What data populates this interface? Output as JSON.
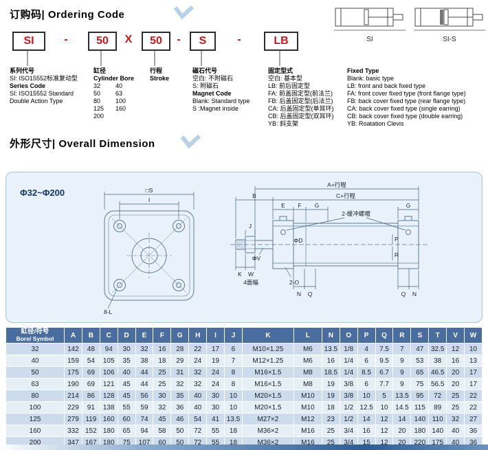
{
  "titles": {
    "ordering": "订购码| Ordering Code",
    "dimension": "外形尺寸| Overall Dimension"
  },
  "figures": {
    "left_label": "SI",
    "right_label": "SI-S"
  },
  "ordering": {
    "tokens": [
      {
        "text": "SI",
        "boxed": true
      },
      {
        "text": "-",
        "boxed": false
      },
      {
        "text": "50",
        "boxed": true
      },
      {
        "text": "X",
        "boxed": false
      },
      {
        "text": "50",
        "boxed": true
      },
      {
        "text": "-",
        "boxed": false
      },
      {
        "text": "S",
        "boxed": true
      },
      {
        "text": "-",
        "boxed": false
      },
      {
        "text": "LB",
        "boxed": true
      }
    ],
    "series": {
      "title_zh": "系列代号",
      "line_zh": "SI: ISO15552标准复动型",
      "title_en": "Series Code",
      "lines_en": [
        "SI: ISO15552 Standard",
        "Double Action Type"
      ]
    },
    "bore": {
      "title_zh": "缸径",
      "title_en": "Cylinder Bore",
      "values": [
        [
          "32",
          "40"
        ],
        [
          "50",
          "63"
        ],
        [
          "80",
          "100"
        ],
        [
          "125",
          "160"
        ],
        [
          "200"
        ]
      ]
    },
    "stroke": {
      "title_zh": "行程",
      "title_en": "Stroke"
    },
    "magnet": {
      "title_zh": "磁石代号",
      "lines_zh": [
        "空白: 不附磁石",
        "S: 附磁石"
      ],
      "title_en": "Magnet Code",
      "lines_en": [
        "Blank: Standard type",
        "S :Magnet inside"
      ]
    },
    "fixed_zh": {
      "title": "固定型式",
      "lines": [
        "空白: 基本型",
        "LB: 前后固定型",
        "FA: 前盖固定型(前法兰)",
        "FB: 后盖固定型(后法兰)",
        "CA: 后盖固定型(单耳环)",
        "CB: 后盖固定型(双耳环)",
        "YB: 斜支架"
      ]
    },
    "fixed_en": {
      "title": "Fixed Type",
      "lines": [
        "Blank: basic type",
        "LB: front and back fixed type",
        "FA: front cover fixed type (front flange type)",
        "FB: back cover fixed type (rear flange type)",
        "CA: back cover fixed type (single earring)",
        "CB: back cover fixed type (double earring)",
        "YB: Roatation Clevis"
      ]
    }
  },
  "drawing": {
    "bore_range": "Φ32~Φ200",
    "front": {
      "s": "□S",
      "i": "I",
      "l": "8-L"
    },
    "side": {
      "a": "A+行程",
      "c": "C+行程",
      "b": "B",
      "e": "E",
      "f": "F",
      "g1": "G",
      "g2": "G",
      "cushion": "2-缓冲螺帽",
      "j": "J",
      "d": "ΦD",
      "v": "ΦV",
      "k": "K",
      "w": "W",
      "flats": "4面幅",
      "o": "2-O",
      "n1": "N",
      "q1": "Q",
      "q2": "Q",
      "n2": "N",
      "p": "P",
      "r": "R"
    }
  },
  "table": {
    "header_bore": {
      "zh": "缸径/符号",
      "en": "Bore/ Symbol"
    },
    "headers": [
      "A",
      "B",
      "C",
      "D",
      "E",
      "F",
      "G",
      "H",
      "I",
      "J",
      "K",
      "L",
      "N",
      "O",
      "P",
      "Q",
      "R",
      "S",
      "T",
      "V",
      "W"
    ],
    "rows": [
      [
        "32",
        "142",
        "48",
        "94",
        "30",
        "32",
        "16",
        "28",
        "22",
        "17",
        "6",
        "M10×1.25",
        "M6",
        "13.5",
        "1/8",
        "4",
        "7.5",
        "7",
        "47",
        "32.5",
        "12",
        "10"
      ],
      [
        "40",
        "159",
        "54",
        "105",
        "35",
        "38",
        "18",
        "29",
        "24",
        "19",
        "7",
        "M12×1.25",
        "M6",
        "16",
        "1/4",
        "6",
        "9.5",
        "9",
        "53",
        "38",
        "16",
        "13"
      ],
      [
        "50",
        "175",
        "69",
        "106",
        "40",
        "44",
        "25",
        "31",
        "32",
        "24",
        "8",
        "M16×1.5",
        "M8",
        "18.5",
        "1/4",
        "8.5",
        "6.7",
        "9",
        "65",
        "46.5",
        "20",
        "17"
      ],
      [
        "63",
        "190",
        "69",
        "121",
        "45",
        "44",
        "25",
        "32",
        "32",
        "24",
        "8",
        "M16×1.5",
        "M8",
        "19",
        "3/8",
        "6",
        "7.7",
        "9",
        "75",
        "56.5",
        "20",
        "17"
      ],
      [
        "80",
        "214",
        "86",
        "128",
        "45",
        "56",
        "30",
        "35",
        "40",
        "30",
        "10",
        "M20×1.5",
        "M10",
        "19",
        "3/8",
        "10",
        "5",
        "13.5",
        "95",
        "72",
        "25",
        "22"
      ],
      [
        "100",
        "229",
        "91",
        "138",
        "55",
        "59",
        "32",
        "36",
        "40",
        "30",
        "10",
        "M20×1.5",
        "M10",
        "18",
        "1/2",
        "12.5",
        "10",
        "14.5",
        "115",
        "89",
        "25",
        "22"
      ],
      [
        "125",
        "279",
        "119",
        "160",
        "60",
        "74",
        "45",
        "46",
        "54",
        "41",
        "13.5",
        "M27×2",
        "M12",
        "23",
        "1/2",
        "14",
        "12",
        "14",
        "140",
        "110",
        "32",
        "27"
      ],
      [
        "160",
        "332",
        "152",
        "180",
        "65",
        "94",
        "58",
        "50",
        "72",
        "55",
        "18",
        "M36×2",
        "M16",
        "25",
        "3/4",
        "16",
        "12",
        "20",
        "180",
        "140",
        "40",
        "36"
      ],
      [
        "200",
        "347",
        "167",
        "180",
        "75",
        "107",
        "60",
        "50",
        "72",
        "55",
        "18",
        "M36×2",
        "M16",
        "25",
        "3/4",
        "15",
        "12",
        "20",
        "220",
        "175",
        "40",
        "36"
      ]
    ]
  },
  "colors": {
    "accent_red": "#cf1616",
    "table_header_bg": "#4a6d9f",
    "row_odd": "#ccdcec",
    "row_even": "#e6eef6",
    "panel_bg": "#e9f2fa"
  }
}
